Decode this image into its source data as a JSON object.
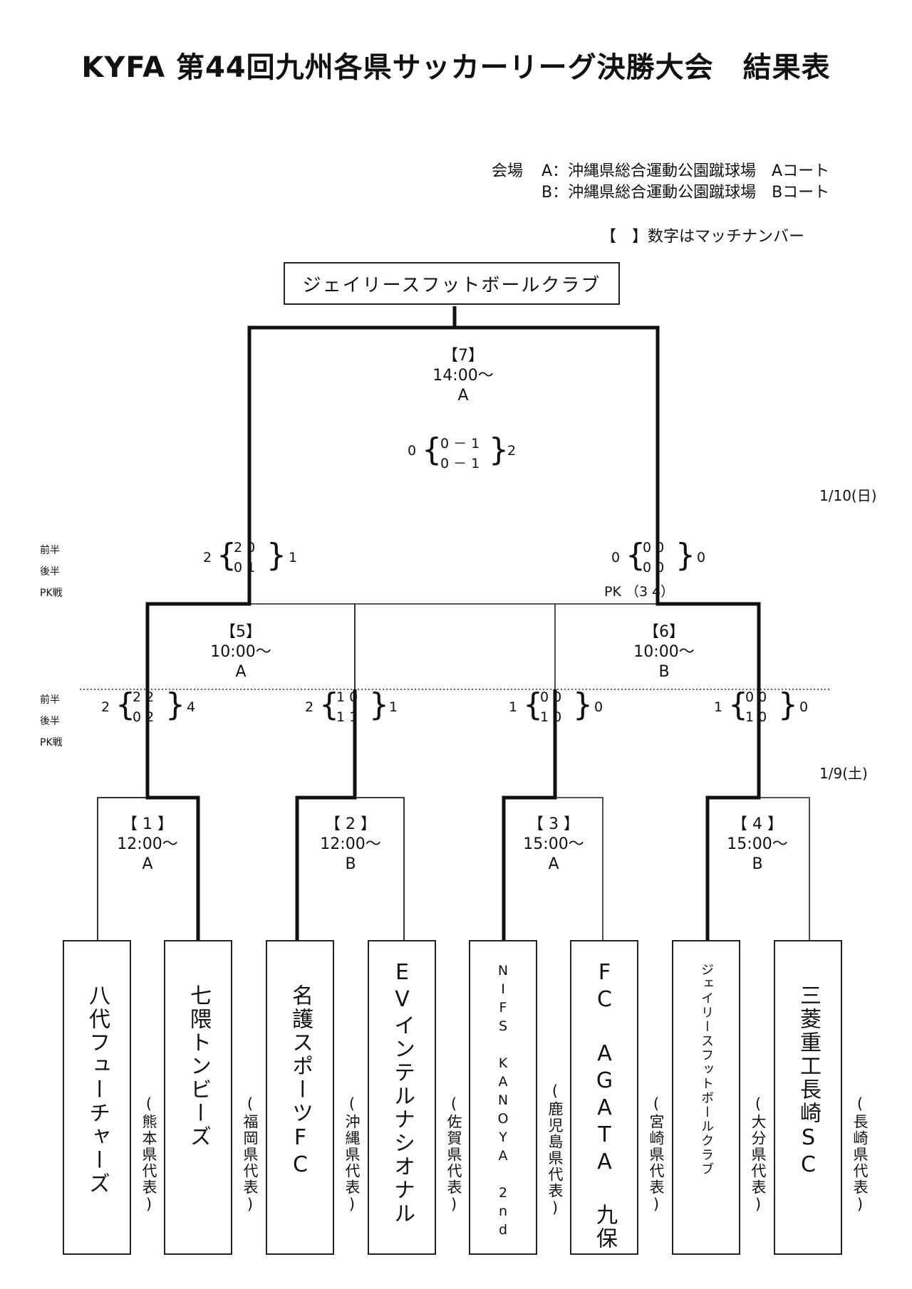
{
  "title": "KYFA 第44回九州各県サッカーリーグ決勝大会　結果表",
  "venue": {
    "label": "会場",
    "a": "A：沖縄県総合運動公園蹴球場　Aコート",
    "b": "B：沖縄県総合運動公園蹴球場　Bコート"
  },
  "legend_note": "【　】数字はマッチナンバー",
  "dates": {
    "day1": "1/9(土)",
    "day2": "1/10(日)"
  },
  "champion": "ジェイリースフットボールクラブ",
  "score_rows": {
    "first": "前半",
    "second": "後半",
    "pk": "PK戦"
  },
  "teams": [
    {
      "name": "八代フューチャーズ",
      "pref": "(熊本県代表)"
    },
    {
      "name": "七隈トンビーズ",
      "pref": "(福岡県代表)"
    },
    {
      "name": "名護スポーツFC",
      "pref": "(沖縄県代表)"
    },
    {
      "name": "EVインテルナシオナル",
      "pref": "(佐賀県代表)"
    },
    {
      "name": "NIFS KANOYA 2nd",
      "pref": "(鹿児島県代表)"
    },
    {
      "name": "FC AGATA 九保",
      "pref": "(宮崎県代表)"
    },
    {
      "name": "ジェイリースフットボールクラブ",
      "pref": "(大分県代表)"
    },
    {
      "name": "三菱重工長崎SC",
      "pref": "(長崎県代表)"
    }
  ],
  "matches": [
    {
      "no": "【 1 】",
      "time": "12:00〜",
      "court": "A",
      "left_total": "2",
      "right_total": "4",
      "first": "2 2",
      "second": "0 2",
      "pk": ""
    },
    {
      "no": "【 2 】",
      "time": "12:00〜",
      "court": "B",
      "left_total": "2",
      "right_total": "1",
      "first": "1 0",
      "second": "1 1",
      "pk": ""
    },
    {
      "no": "【 3 】",
      "time": "15:00〜",
      "court": "A",
      "left_total": "1",
      "right_total": "0",
      "first": "0 0",
      "second": "1 0",
      "pk": ""
    },
    {
      "no": "【 4 】",
      "time": "15:00〜",
      "court": "B",
      "left_total": "1",
      "right_total": "0",
      "first": "0 0",
      "second": "1 0",
      "pk": ""
    },
    {
      "no": "【5】",
      "time": "10:00〜",
      "court": "A",
      "left_total": "2",
      "right_total": "1",
      "first": "2 0",
      "second": "0 1",
      "pk": ""
    },
    {
      "no": "【6】",
      "time": "10:00〜",
      "court": "B",
      "left_total": "0",
      "right_total": "0",
      "first": "0 0",
      "second": "0 0",
      "pk": "PK （3 4）"
    },
    {
      "no": "【7】",
      "time": "14:00〜",
      "court": "A",
      "left_total": "0",
      "right_total": "2",
      "first": "0 － 1",
      "second": "0 － 1",
      "pk": ""
    }
  ]
}
